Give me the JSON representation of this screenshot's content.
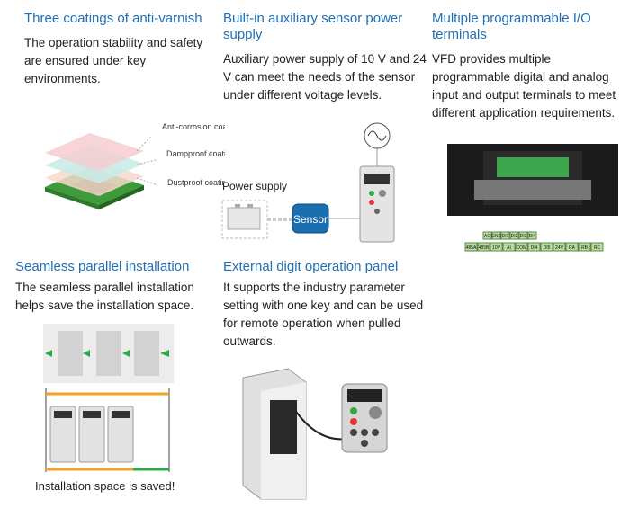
{
  "features": {
    "coatings": {
      "title": "Three coatings of anti-varnish",
      "body": "The operation stability and safety are ensured under key environments.",
      "labels": [
        "Anti-corrosion coating",
        "Dampproof coating",
        "Dustproof coating"
      ]
    },
    "sensor_power": {
      "title": "Built-in auxiliary sensor power supply",
      "body": "Auxiliary power supply of 10 V and 24 V can meet the needs of the sensor under different voltage levels.",
      "power_label": "Power supply",
      "sensor_label": "Sensor"
    },
    "io_terminals": {
      "title": "Multiple programmable I/O terminals",
      "body": "VFD provides multiple programmable digital and analog input and output terminals to meet different application requirements.",
      "terminal_row_top": [
        "AO",
        "GND",
        "DI1",
        "DI2",
        "DI3",
        "DI4"
      ],
      "terminal_row_bottom": [
        "485A",
        "485B",
        "10V",
        "AI",
        "COM",
        "DI4",
        "DI5",
        "24V",
        "RA",
        "RB",
        "RC"
      ]
    },
    "parallel": {
      "title": "Seamless parallel installation",
      "body": "The seamless parallel installation helps save the installation space.",
      "caption": "Installation space is saved!"
    },
    "panel": {
      "title": "External digit operation panel",
      "body": "It supports the industry parameter setting with one key and can be used for remote operation when pulled outwards."
    }
  },
  "colors": {
    "heading": "#1f6fb4",
    "text": "#222222",
    "arrow_orange": "#f0a22a",
    "arrow_green": "#2ea84a",
    "sensor_blue": "#1a6fb0",
    "terminal_green": "#b9dca3"
  }
}
